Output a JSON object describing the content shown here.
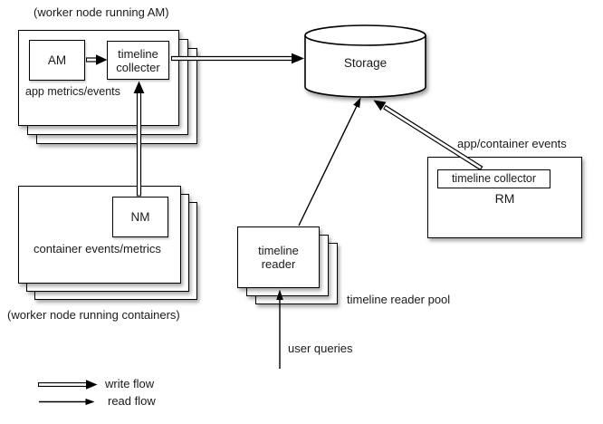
{
  "diagram": {
    "am_node": {
      "caption": "(worker node running AM)",
      "am_box_label": "AM",
      "collector_box_label": "timeline collecter",
      "metrics_label": "app metrics/events"
    },
    "nm_node": {
      "nm_box_label": "NM",
      "metrics_label": "container events/metrics",
      "caption": "(worker node running containers)"
    },
    "storage": {
      "label": "Storage"
    },
    "rm_node": {
      "events_label": "app/container events",
      "collector_box_label": "timeline collector",
      "rm_label": "RM"
    },
    "reader_node": {
      "box_label": "timeline reader",
      "pool_label": "timeline reader pool",
      "queries_label": "user queries"
    },
    "legend": {
      "write_label": "write flow",
      "read_label": "read flow"
    },
    "edges": [
      {
        "from": "AM",
        "to": "timeline collecter",
        "type": "write"
      },
      {
        "from": "timeline collecter",
        "to": "Storage",
        "type": "write"
      },
      {
        "from": "NM",
        "to": "timeline collecter",
        "type": "write"
      },
      {
        "from": "RM timeline collector",
        "to": "Storage",
        "type": "write"
      },
      {
        "from": "timeline reader",
        "to": "Storage",
        "type": "read"
      },
      {
        "from": "user queries",
        "to": "timeline reader",
        "type": "read"
      }
    ],
    "colors": {
      "stroke": "#000000",
      "text": "#1a1a1a",
      "background": "#ffffff"
    }
  }
}
